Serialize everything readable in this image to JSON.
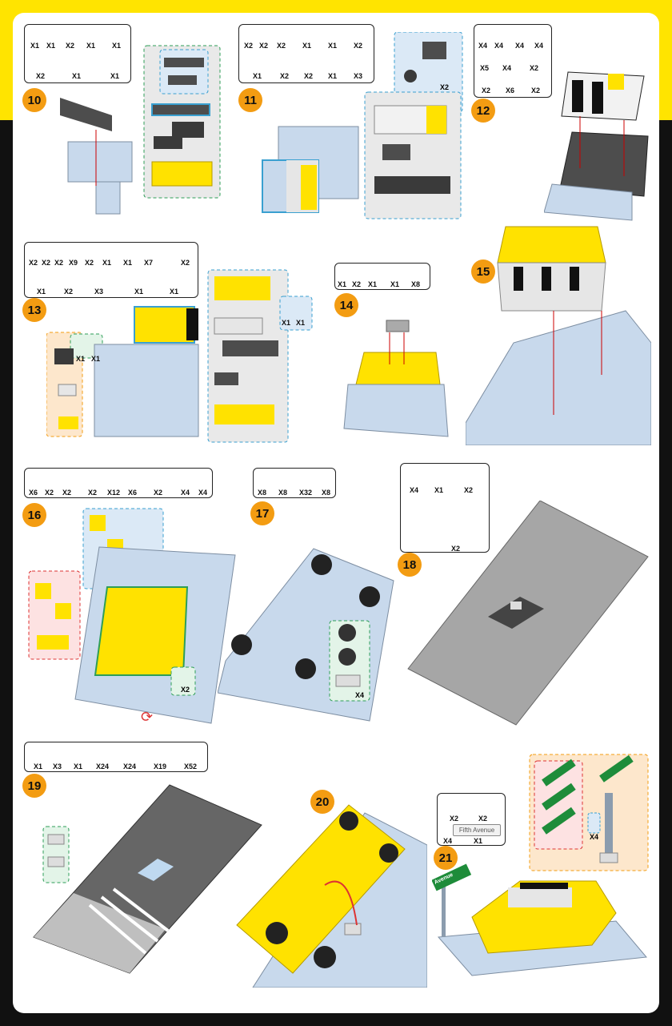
{
  "colors": {
    "frame_yellow": "#ffe400",
    "step_orange": "#f39c12",
    "brick_yellow": "#ffe200",
    "brick_gray": "#4d4d4d",
    "brick_light": "#c8d9ec"
  },
  "steps": [
    {
      "number": "10",
      "counts": [
        "X1",
        "X1",
        "X2",
        "X1",
        "X1",
        "X2",
        "X1",
        "X1"
      ]
    },
    {
      "number": "11",
      "counts": [
        "X2",
        "X2",
        "X2",
        "X1",
        "X1",
        "X2",
        "X1",
        "X2",
        "X2",
        "X1",
        "X3"
      ],
      "sub_count": "X2"
    },
    {
      "number": "12",
      "counts": [
        "X4",
        "X4",
        "X4",
        "X4",
        "X5",
        "X4",
        "X2",
        "X2",
        "X6",
        "X2"
      ]
    },
    {
      "number": "13",
      "counts": [
        "X2",
        "X2",
        "X2",
        "X9",
        "X2",
        "X1",
        "X1",
        "X7",
        "X2",
        "X1",
        "X2",
        "X3",
        "X1",
        "X1"
      ],
      "sub_counts": [
        "X1",
        "X1",
        "X1",
        "X1"
      ]
    },
    {
      "number": "14",
      "counts": [
        "X1",
        "X2",
        "X1",
        "X1",
        "X8"
      ]
    },
    {
      "number": "15",
      "counts": []
    },
    {
      "number": "16",
      "counts": [
        "X6",
        "X2",
        "X2",
        "X2",
        "X12",
        "X6",
        "X2",
        "X4",
        "X4"
      ],
      "sub_count": "X2"
    },
    {
      "number": "17",
      "counts": [
        "X8",
        "X8",
        "X32",
        "X8"
      ],
      "sub_count": "X4"
    },
    {
      "number": "18",
      "counts": [
        "X4",
        "X1",
        "X2",
        "X2"
      ]
    },
    {
      "number": "19",
      "counts": [
        "X1",
        "X3",
        "X1",
        "X24",
        "X24",
        "X19",
        "X52"
      ]
    },
    {
      "number": "20",
      "counts": []
    },
    {
      "number": "21",
      "counts": [
        "X2",
        "X2",
        "X4",
        "X1"
      ],
      "sub_count": "X4"
    }
  ],
  "sign": {
    "label": "Fifth Avenue"
  }
}
